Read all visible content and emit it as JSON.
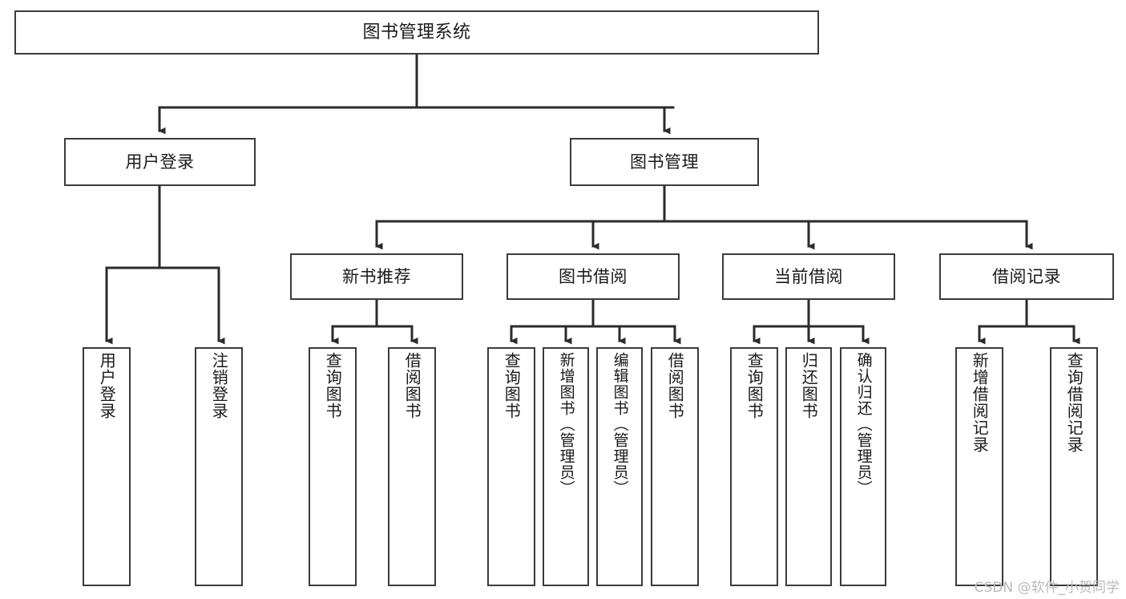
{
  "diagram": {
    "title": "图书管理系统",
    "type": "tree",
    "root": {
      "id": "root",
      "label": "图书管理系统"
    },
    "level2": [
      {
        "id": "user-login",
        "label": "用户登录"
      },
      {
        "id": "book-manage",
        "label": "图书管理"
      }
    ],
    "level3": [
      {
        "id": "new-book-recommend",
        "label": "新书推荐",
        "parent": "book-manage"
      },
      {
        "id": "book-borrow",
        "label": "图书借阅",
        "parent": "book-manage"
      },
      {
        "id": "current-borrow",
        "label": "当前借阅",
        "parent": "book-manage"
      },
      {
        "id": "borrow-record",
        "label": "借阅记录",
        "parent": "book-manage"
      }
    ],
    "leaves": {
      "user-login": [
        {
          "id": "leaf-user-login",
          "label": "用户登录"
        },
        {
          "id": "leaf-user-logout",
          "label": "注销登录"
        }
      ],
      "new-book-recommend": [
        {
          "id": "leaf-query-book-1",
          "label": "查询图书"
        },
        {
          "id": "leaf-borrow-book-1",
          "label": "借阅图书"
        }
      ],
      "book-borrow": [
        {
          "id": "leaf-query-book-2",
          "label": "查询图书"
        },
        {
          "id": "leaf-add-book",
          "label": "新增图书（管理员）"
        },
        {
          "id": "leaf-edit-book",
          "label": "编辑图书（管理员）"
        },
        {
          "id": "leaf-borrow-book-2",
          "label": "借阅图书"
        }
      ],
      "current-borrow": [
        {
          "id": "leaf-query-book-3",
          "label": "查询图书"
        },
        {
          "id": "leaf-return-book",
          "label": "归还图书"
        },
        {
          "id": "leaf-confirm-return",
          "label": "确认归还（管理员）"
        }
      ],
      "borrow-record": [
        {
          "id": "leaf-add-record",
          "label": "新增借阅记录"
        },
        {
          "id": "leaf-query-record",
          "label": "查询借阅记录"
        }
      ]
    }
  },
  "watermark": "CSDN @软件_小贺同学",
  "colors": {
    "border": "#3b3b3b",
    "background": "#ffffff",
    "text": "#1a1a1a",
    "watermark": "#b9b9b9"
  }
}
